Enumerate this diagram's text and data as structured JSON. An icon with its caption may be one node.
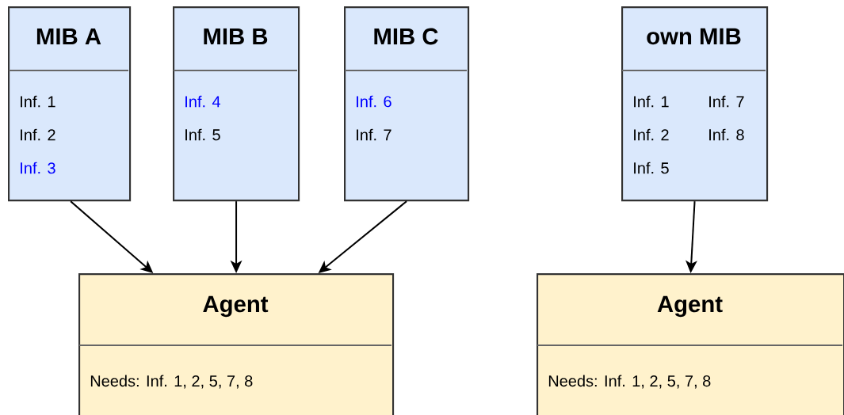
{
  "diagram": {
    "nodes": [
      {
        "text": [
          "MIB A",
          "Inf. 1",
          "Inf. 2",
          "Inf. 3"
        ]
      },
      {
        "text": [
          "MIB B",
          "Inf. 4",
          "Inf. 5"
        ]
      },
      {
        "text": [
          "MIB C",
          "Inf. 6",
          "Inf. 7"
        ]
      },
      {
        "text": [
          "own MIB",
          "Inf. 1",
          "Inf. 7",
          "Inf. 2",
          "Inf. 8",
          "Inf. 5"
        ]
      },
      {
        "text": [
          "Agent",
          "Needs: Inf. 1, 2, 5, 7, 8"
        ]
      },
      {
        "text": [
          "Agent",
          "Needs: Inf. 1, 2, 5, 7, 8"
        ]
      }
    ],
    "edges": [
      {
        "from": 0,
        "to": 4,
        "arrow": "to"
      },
      {
        "from": 1,
        "to": 4,
        "arrow": "to"
      },
      {
        "from": 2,
        "to": 4,
        "arrow": "to"
      },
      {
        "from": 3,
        "to": 5,
        "arrow": "to"
      }
    ]
  }
}
